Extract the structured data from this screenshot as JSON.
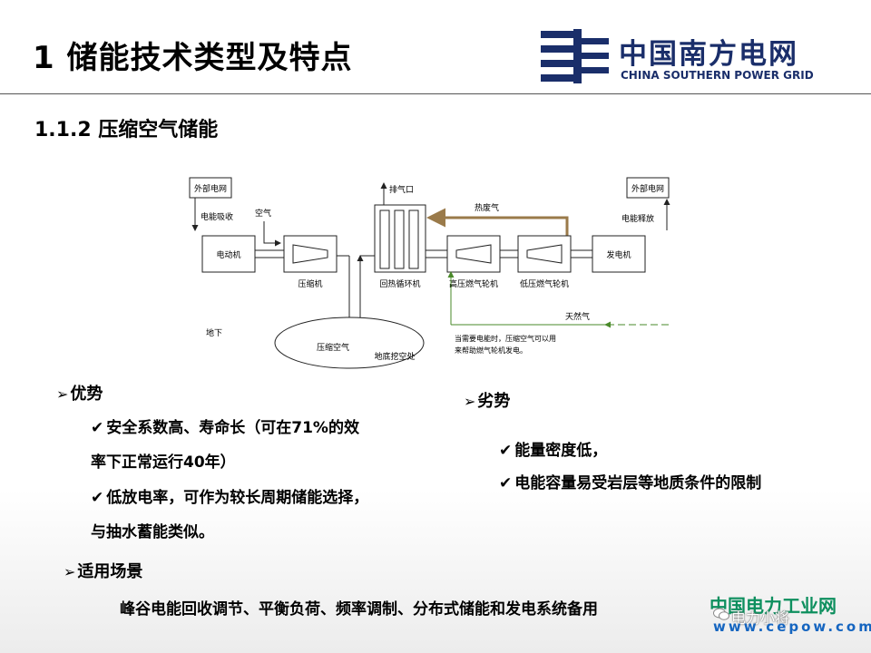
{
  "slide": {
    "title": "1 储能技术类型及特点",
    "subtitle": "1.1.2 压缩空气储能"
  },
  "logo": {
    "name_cn": "中国南方电网",
    "name_en": "CHINA SOUTHERN POWER GRID",
    "color": "#1a2e6a"
  },
  "diagram": {
    "grid_left": "外部电网",
    "grid_right": "外部电网",
    "absorb": "电能吸收",
    "release": "电能释放",
    "air": "空气",
    "exhaust": "排气口",
    "hot_exhaust": "热废气",
    "motor": "电动机",
    "generator": "发电机",
    "compressor": "压缩机",
    "recuperator": "回热循环机",
    "hp_turbine": "高压燃气轮机",
    "lp_turbine": "低压燃气轮机",
    "natural_gas": "天然气",
    "underground": "地下",
    "compressed_air": "压缩空气",
    "cavern": "地底挖空处",
    "note_line1": "当需要电能时，压缩空气可以用",
    "note_line2": "来帮助燃气轮机发电。"
  },
  "advantages": {
    "heading": "优势",
    "item1_line1": "安全系数高、寿命长（可在71%的效",
    "item1_line2": "率下正常运行40年）",
    "item2_line1": "低放电率，可作为较长周期储能选择，",
    "item2_line2": "与抽水蓄能类似。"
  },
  "disadvantages": {
    "heading": "劣势",
    "item1": "能量密度低，",
    "item2": "电能容量易受岩层等地质条件的限制"
  },
  "applications": {
    "heading": "适用场景",
    "text": "峰谷电能回收调节、平衡负荷、频率调制、分布式储能和发电系统备用"
  },
  "watermark": {
    "name": "中国电力工业网",
    "handle": "电力小将",
    "url": "www.cepow.com",
    "color_name": "#0d8f5e",
    "color_url": "#1565c0"
  }
}
